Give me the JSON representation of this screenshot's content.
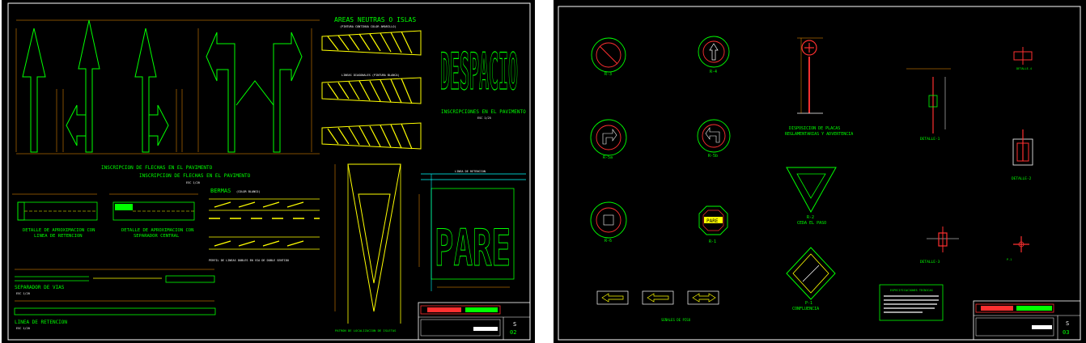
{
  "colors": {
    "background": "#000000",
    "frame": "#ffffff",
    "lines_green": "#00ff00",
    "lines_yellow": "#ffff00",
    "lines_red": "#ff3030",
    "lines_cyan": "#00ffff",
    "dims_orange": "#ff9900"
  },
  "sheet1": {
    "title_arrows_1": "INSCRIPCION DE FLECHAS EN EL PAVIMENTO",
    "title_arrows_2": "INSCRIPCION DE FLECHAS EN EL PAVIMENTO",
    "scale_arrows": "ESC 1/20",
    "areas_title": "AREAS NEUTRAS O ISLAS",
    "areas_sub": "(PINTURA CONTINUA COLOR AMARILLO)",
    "areas_sub2": "LINEAS DIAGONALES (PINTURA BLANCA)",
    "despacio_word": "DESPACIO",
    "inscripciones_title": "INSCRIPCIONES EN EL PAVIMENTO",
    "scale_inscripciones": "ESC 1/25",
    "detail_left_1": "DETALLE DE APROXIMACION CON",
    "detail_left_2": "LINEA DE RETENCION",
    "detail_mid_1": "DETALLE DE APROXIMACION CON",
    "detail_mid_2": "SEPARADOR CENTRAL",
    "bermas_title": "BERMAS",
    "bermas_sub": "(COLOR BLANCO)",
    "bermas_caption": "PERFIL DE LINEAS DOBLES EN VIA DE DOBLE SENTIDO",
    "separador_title": "SEPARADOR DE VIAS",
    "scale_separador": "ESC 1/20",
    "linea_retencion_title": "LINEA DE RETENCION",
    "scale_linea": "ESC 1/20",
    "linea_retencion_label": "LINEA DE RETENCION",
    "pare_word": "PARE",
    "triangle_caption": "PATRON DE LOCALIZACION DE ISLETAS",
    "sheet_letter": "S",
    "sheet_number": "02"
  },
  "sheet2": {
    "sign_labels": [
      "R-3",
      "R-4",
      "R-5a",
      "R-5b",
      "R-6",
      "R-1",
      "R-2",
      "P-1"
    ],
    "placas_title_1": "DISPOSICION DE PLACAS",
    "placas_title_2": "REGLAMENTARIAS Y ADVERTENCIA",
    "yield_title_1": "R-2",
    "yield_title_2": "CEDA EL PASO",
    "diamond_title_1": "P-1",
    "diamond_title_2": "CONFLUENCIA",
    "flechas_caption": "SEÑALES DE PISO",
    "detalle1": "DETALLE-1",
    "detalle2": "DETALLE-2",
    "detalle3": "DETALLE-3",
    "detalle4": "DETALLE-4",
    "pare_small": "PARE",
    "notes_title": "ESPECIFICACIONES TECNICAS",
    "sheet_letter": "S",
    "sheet_number": "03"
  }
}
